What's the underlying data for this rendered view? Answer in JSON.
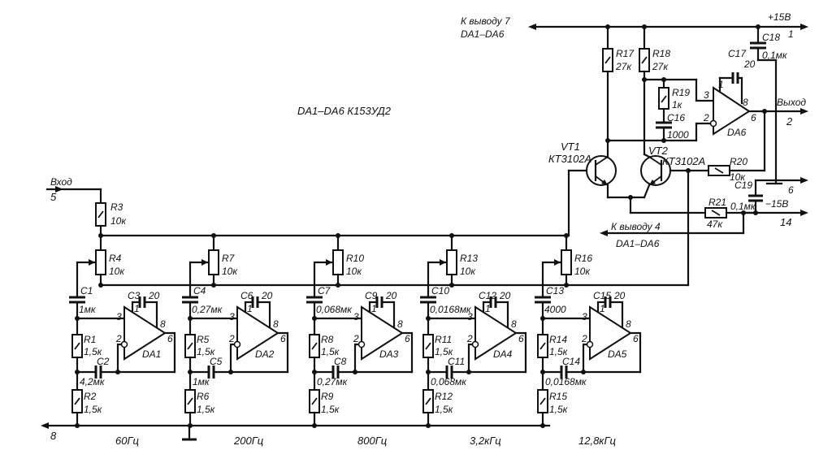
{
  "title_note": "DA1–DA6   К153УД2",
  "power": {
    "plus_label": "+15В",
    "plus_pin": "1",
    "minus_label": "−15В",
    "minus_pin": "14",
    "gnd_pin_right": "6",
    "gnd_pin_left": "8"
  },
  "input": {
    "label": "Вход",
    "pin": "5"
  },
  "output": {
    "label": "Выход",
    "pin": "2"
  },
  "to_pin7": {
    "line1": "К выводу 7",
    "line2": "DA1–DA6"
  },
  "to_pin4": {
    "line1": "К выводу 4",
    "line2": "DA1–DA6"
  },
  "transistors": [
    {
      "ref": "VT1",
      "type": "КТ3102А"
    },
    {
      "ref": "VT2",
      "type": "КТ3102А"
    }
  ],
  "output_stage": {
    "R17": {
      "ref": "R17",
      "value": "27к"
    },
    "R18": {
      "ref": "R18",
      "value": "27к"
    },
    "R19": {
      "ref": "R19",
      "value": "1к"
    },
    "C16": {
      "ref": "C16",
      "value": "1000"
    },
    "C17": {
      "ref": "C17",
      "value": "20"
    },
    "C18": {
      "ref": "C18",
      "value": "0,1мк"
    },
    "C19": {
      "ref": "C19",
      "value": "0,1мк"
    },
    "R20": {
      "ref": "R20",
      "value": "10к"
    },
    "R21": {
      "ref": "R21",
      "value": "47к"
    },
    "opamp": {
      "ref": "DA6",
      "pin_in_plus": "3",
      "pin_in_minus": "2",
      "pin_out": "6",
      "pin_c1": "1",
      "pin_c2": "8"
    }
  },
  "input_divider": {
    "ref": "R3",
    "value": "10к"
  },
  "bands": [
    {
      "freq": "60Гц",
      "pot": {
        "ref": "R4",
        "value": "10к"
      },
      "cin": {
        "ref": "C1",
        "value": "1мк"
      },
      "ra": {
        "ref": "R1",
        "value": "1,5к"
      },
      "cfb": {
        "ref": "C2",
        "value": "4,2мк"
      },
      "rb": {
        "ref": "R2",
        "value": "1,5к"
      },
      "ccomp": {
        "ref": "C3",
        "value": "20"
      },
      "opamp": "DA1"
    },
    {
      "freq": "200Гц",
      "pot": {
        "ref": "R7",
        "value": "10к"
      },
      "cin": {
        "ref": "C4",
        "value": "0,27мк"
      },
      "ra": {
        "ref": "R5",
        "value": "1,5к"
      },
      "cfb": {
        "ref": "C5",
        "value": "1мк"
      },
      "rb": {
        "ref": "R6",
        "value": "1,5к"
      },
      "ccomp": {
        "ref": "C6",
        "value": "20"
      },
      "opamp": "DA2"
    },
    {
      "freq": "800Гц",
      "pot": {
        "ref": "R10",
        "value": "10к"
      },
      "cin": {
        "ref": "C7",
        "value": "0,068мк"
      },
      "ra": {
        "ref": "R8",
        "value": "1,5к"
      },
      "cfb": {
        "ref": "C8",
        "value": "0,27мк"
      },
      "rb": {
        "ref": "R9",
        "value": "1,5к"
      },
      "ccomp": {
        "ref": "C9",
        "value": "20"
      },
      "opamp": "DA3"
    },
    {
      "freq": "3,2кГц",
      "pot": {
        "ref": "R13",
        "value": "10к"
      },
      "cin": {
        "ref": "C10",
        "value": "0,0168мк"
      },
      "ra": {
        "ref": "R11",
        "value": "1,5к"
      },
      "cfb": {
        "ref": "C11",
        "value": "0,068мк"
      },
      "rb": {
        "ref": "R12",
        "value": "1,5к"
      },
      "ccomp": {
        "ref": "C12",
        "value": "20"
      },
      "opamp": "DA4"
    },
    {
      "freq": "12,8кГц",
      "pot": {
        "ref": "R16",
        "value": "10к"
      },
      "cin": {
        "ref": "C13",
        "value": "4000"
      },
      "ra": {
        "ref": "R14",
        "value": "1,5к"
      },
      "cfb": {
        "ref": "C14",
        "value": "0,0168мк"
      },
      "rb": {
        "ref": "R15",
        "value": "1,5к"
      },
      "ccomp": {
        "ref": "C15",
        "value": "20"
      },
      "opamp": "DA5"
    }
  ],
  "opamp_pins": {
    "plus": "3",
    "minus": "2",
    "out": "6",
    "c1": "1",
    "c2": "8"
  }
}
